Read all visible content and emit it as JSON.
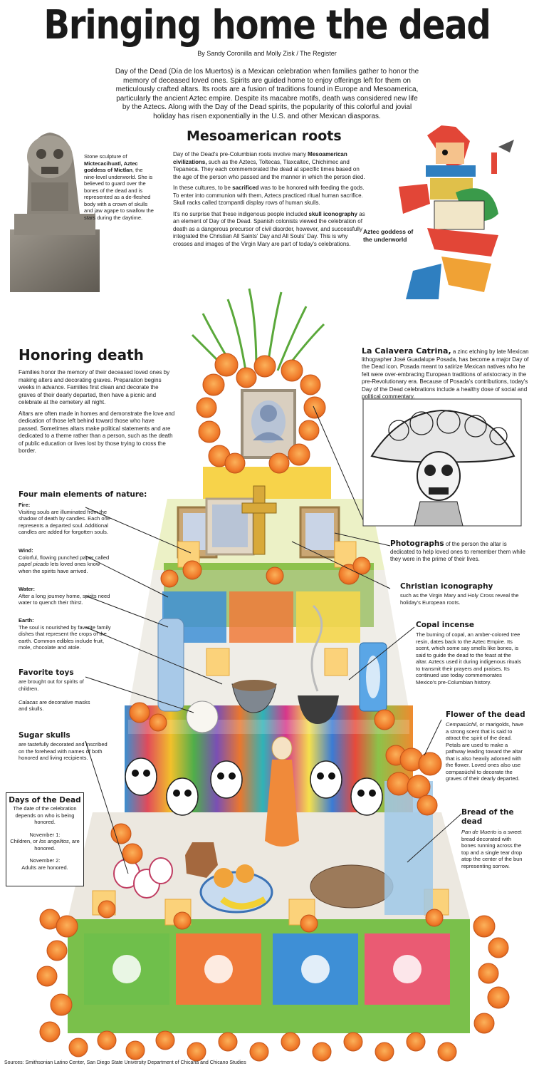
{
  "title": "Bringing home the dead",
  "byline": "By Sandy Coronilla and Molly Zisk / The Register",
  "intro": "Day of the Dead (Día de los Muertos) is a Mexican celebration when families gather to honor the memory of deceased loved ones. Spirits are guided home to enjoy offerings left for them on meticulously crafted altars. Its roots are a fusion of traditions found in Europe and Mesoamerica, particularly the ancient Aztec empire. Despite its macabre motifs, death was considered new life by the Aztecs. Along with the Day of the Dead spirits, the popularity of this colorful and jovial holiday has risen exponentially in the U.S. and other Mexican diasporas.",
  "statue": {
    "caption_pre": "Stone sculpture of ",
    "caption_bold": "Mictecacihuatl, Aztec goddess of Mictlan",
    "caption_post": ", the nine-level underworld. She is believed to guard over the bones of the dead and is represented as a de-fleshed body with a crown of skulls and jaw agape to swallow the stars during the daytime."
  },
  "roots": {
    "heading": "Mesoamerican roots",
    "p1_pre": "Day of the Dead's pre-Columbian roots involve many ",
    "p1_bold": "Mesoamerican civilizations,",
    "p1_post": " such as the Aztecs, Toltecas, Tlaxcaltec, Chichimec and Tepaneca. They each commemorated the dead at specific times based on the age of the person who passed and the manner in which the person died.",
    "p2_pre": "In these cultures, to be ",
    "p2_bold": "sacrificed",
    "p2_post": " was to be honored with feeding the gods. To enter into communion with them, Aztecs practiced ritual human sacrifice. Skull racks called tzompantli display rows of human skulls.",
    "p3_pre": "It's no surprise that these indigenous people included ",
    "p3_bold": "skull iconography",
    "p3_post": " as an element of Day of the Dead. Spanish colonists viewed the celebration of death as a dangerous precursor of civil disorder, however, and successfully integrated the Christian All Saints' Day and All Souls' Day. This is why crosses and images of the Virgin Mary are part of today's celebrations."
  },
  "goddess_caption": "Aztec goddess of the underworld",
  "honoring": {
    "heading": "Honoring death",
    "p1": "Families honor the memory of their deceased loved ones by making alters and decorating graves. Preparation begins weeks in advance. Families first clean and decorate the graves of their dearly departed, then have a picnic and celebrate at the cemetery all night.",
    "p2": "Altars are often made in homes and demonstrate the love and dedication of those left behind toward those who have passed. Sometimes altars make political statements and are dedicated to a theme rather than a person, such as the death of public education or lives lost by those trying to cross the border."
  },
  "elements": {
    "heading": "Four main elements of nature:",
    "fire_title": "Fire:",
    "fire_text": "Visiting souls are illuminated from the shadow of death by candles. Each one represents a departed soul. Additional candles are added for forgotten souls.",
    "wind_title": "Wind:",
    "wind_pre": "Colorful, flowing punched paper called ",
    "wind_italic": "papel picado",
    "wind_post": " lets loved ones know when the spirits have arrived.",
    "water_title": "Water:",
    "water_text": "After a long journey home, spirits need water to quench their thirst.",
    "earth_title": "Earth:",
    "earth_text": "The soul is nourished by favorite family dishes that represent the crops of the earth. Common edibles include fruit, mole, chocolate and atole."
  },
  "toys": {
    "heading": "Favorite toys",
    "text": "are brought out for spirits of children.",
    "calacas_italic": "Calacas",
    "calacas_post": " are decorative masks and skulls."
  },
  "sugar": {
    "heading": "Sugar skulls",
    "text": "are tastefully decorated and inscribed on the forehead with names of both honored and living recipients."
  },
  "days": {
    "heading": "Days of the Dead",
    "intro": "The date of the celebration depends on who is being honored.",
    "nov1": "November 1:",
    "nov1_pre": "Children, or ",
    "nov1_italic": "los angelitos",
    "nov1_post": ", are honored.",
    "nov2": "November 2:",
    "nov2_text": "Adults are honored."
  },
  "catrina": {
    "heading": "La Calavera Catrina,",
    "text": " a zinc etching by late Mexican lithographer José Guadalupe Posada, has become a major Day of the Dead icon. Posada meant to satirize Mexican natives who he felt were over-embracing European traditions of aristocracy in the pre-Revolutionary era.  Because of Posada's contributions, today's Day of the Dead celebrations include a healthy dose of social and political commentary."
  },
  "photographs": {
    "heading": "Photographs",
    "text": " of the person the altar is dedicated to help loved ones to remember them while they were in the prime of their lives."
  },
  "christian": {
    "heading": "Christian iconography",
    "text": "such as the Virgin Mary and Holy Cross reveal the holiday's European roots."
  },
  "copal": {
    "heading": "Copal incense",
    "text": "The burning of copal, an amber-colored tree resin, dates back to the Aztec Empire. Its scent, which some say smells like bones, is said to guide the dead to the feast at the altar. Aztecs used it during indigenous rituals to transmit their prayers and praises. Its continued use today commemorates Mexico's pre-Columbian history."
  },
  "flower": {
    "heading": "Flower of the dead",
    "italic": "Cempasúchil,",
    "text": " or marigolds, have a strong scent that is said to attract the spirit of the dead. Petals are used to make a pathway leading toward the altar that is also heavily adorned with the flower. Loved ones also use cempasúchil to decorate the graves of their dearly departed."
  },
  "bread": {
    "heading": "Bread of the dead",
    "italic": "Pan de Muerto",
    "text": " is a sweet bread decorated with bones running across the top and a single tear drop atop the center of the bun representing sorrow."
  },
  "sources": "Sources: Smithsonian Latino Center, San Diego State University Department of Chicana and Chicano Studies",
  "colors": {
    "marigold": "#f28a2e",
    "yellow_tier": "#f7d34a",
    "green_tier": "#6cb33f",
    "papel_green": "#6fbf4b",
    "papel_orange": "#f07a3a",
    "papel_blue": "#3e8fd6",
    "papel_pink": "#ea5b73"
  }
}
